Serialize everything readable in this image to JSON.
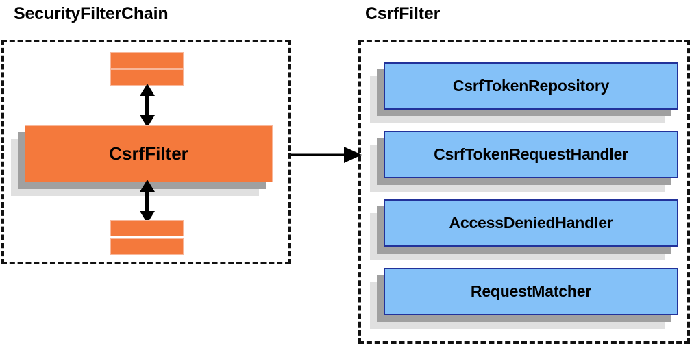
{
  "diagram": {
    "title_left": "SecurityFilterChain",
    "title_right": "CsrfFilter",
    "left_panel": {
      "main_box_label": "CsrfFilter",
      "filter_bars_top": [
        "",
        ""
      ],
      "filter_bars_bottom": [
        "",
        ""
      ],
      "arrow_up_label": "",
      "arrow_down_label": ""
    },
    "right_panel": {
      "collaborators": [
        {
          "label": "CsrfTokenRepository"
        },
        {
          "label": "CsrfTokenRequestHandler"
        },
        {
          "label": "AccessDeniedHandler"
        },
        {
          "label": "RequestMatcher"
        }
      ]
    },
    "connector": {
      "from": "SecurityFilterChain",
      "to": "CsrfFilter",
      "label": ""
    },
    "colors": {
      "orange_fill": "#f4793c",
      "orange_border": "#f8b79a",
      "blue_fill": "#84c1f8",
      "blue_border": "#22329a",
      "shadow_dark": "#a0a0a0",
      "shadow_light": "#e0e0e0",
      "panel_border": "#111111",
      "text": "#000000"
    }
  }
}
